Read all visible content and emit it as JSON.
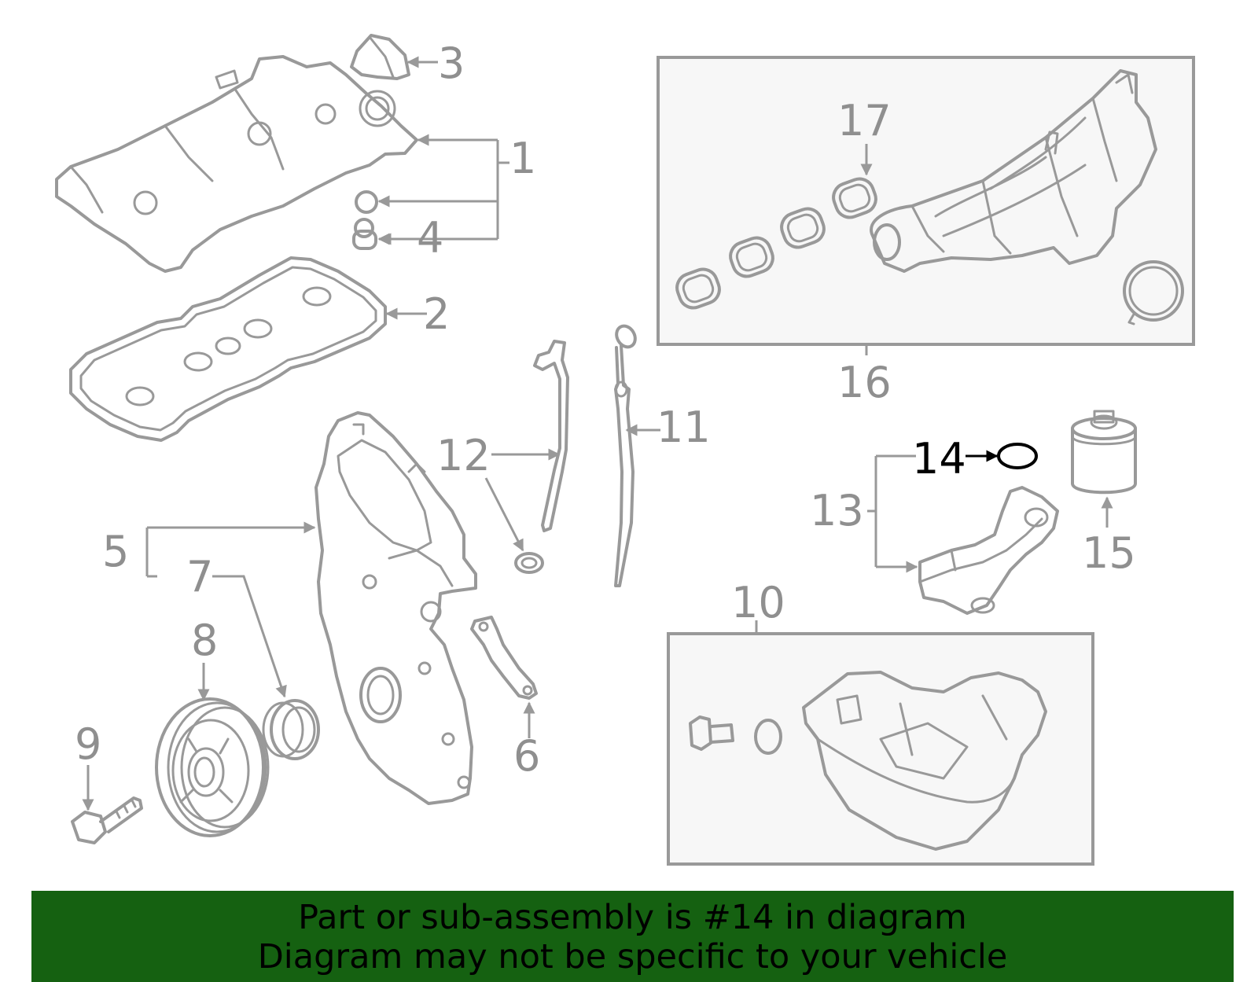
{
  "callouts": {
    "c1": "1",
    "c2": "2",
    "c3": "3",
    "c4": "4",
    "c5": "5",
    "c6": "6",
    "c7": "7",
    "c8": "8",
    "c9": "9",
    "c10": "10",
    "c11": "11",
    "c12": "12",
    "c13": "13",
    "c14": "14",
    "c15": "15",
    "c16": "16",
    "c17": "17"
  },
  "highlight": {
    "part": "14",
    "color": "#000000"
  },
  "colors": {
    "line": "#999999",
    "banner": "#156111",
    "box_fill": "#f7f7f7"
  },
  "banner": {
    "line1": "Part or sub-assembly is #14 in diagram",
    "line2": "Diagram may not be specific to your vehicle"
  }
}
